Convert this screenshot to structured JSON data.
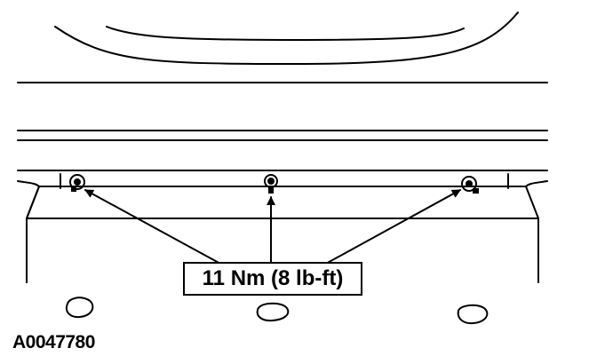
{
  "callout": {
    "torque_label": "11 Nm (8 lb-ft)"
  },
  "figure_id": "A0047780",
  "colors": {
    "line": "#000000",
    "background": "#ffffff"
  },
  "fasteners": [
    {
      "name": "left-fastener"
    },
    {
      "name": "center-fastener"
    },
    {
      "name": "right-fastener"
    }
  ]
}
